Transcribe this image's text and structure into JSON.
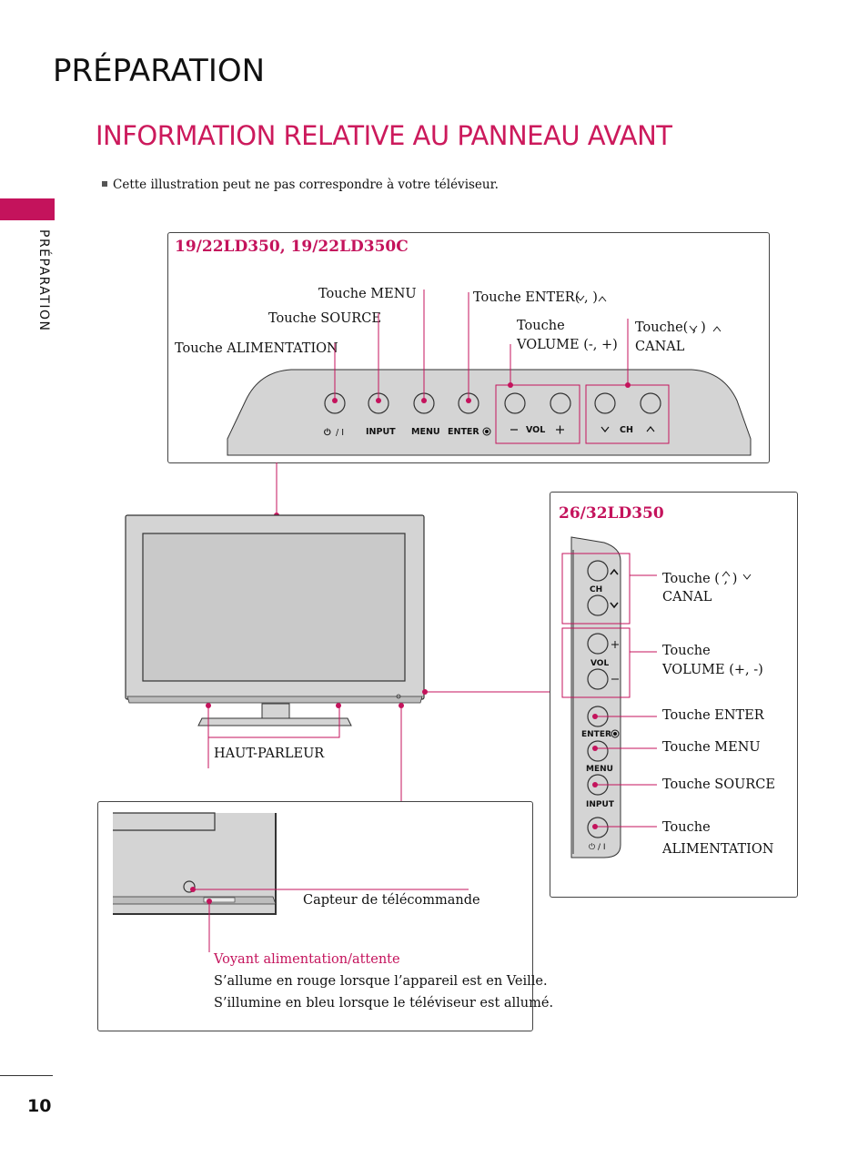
{
  "section_title": "PRÉPARATION",
  "main_title": "INFORMATION RELATIVE AU PANNEAU AVANT",
  "side_label": "PRÉPARATION",
  "note": "Cette illustration peut ne pas correspondre à votre téléviseur.",
  "page_number": "10",
  "colors": {
    "accent": "#c4135c",
    "panel_gray": "#d4d4d4"
  },
  "top_panel": {
    "model": "19/22LD350, 19/22LD350C",
    "labels": {
      "power": "Touche  ALIMENTATION",
      "source": "Touche SOURCE",
      "menu": "Touche MENU",
      "enter": "Touche ENTER(  ,  )",
      "volume_line1": "Touche",
      "volume_line2": "VOLUME (-, +)",
      "channel_line1": "Touche(  ,  )",
      "channel_line2": "CANAL"
    },
    "button_marks": {
      "power": "⏻ / I",
      "input": "INPUT",
      "menu": "MENU",
      "enter": "ENTER",
      "vol": "VOL",
      "ch": "CH"
    }
  },
  "side_panel": {
    "model": "26/32LD350",
    "labels": {
      "channel_line1": "Touche (  ,  )",
      "channel_line2": "CANAL",
      "volume_line1": "Touche",
      "volume_line2": "VOLUME (+, -)",
      "enter": "Touche ENTER",
      "menu": "Touche MENU",
      "source": "Touche SOURCE",
      "power_line1": "Touche",
      "power_line2": "ALIMENTATION"
    },
    "button_marks": {
      "ch": "CH",
      "vol": "VOL",
      "enter": "ENTER",
      "menu": "MENU",
      "input": "INPUT",
      "power": "⏻ / I"
    }
  },
  "tv": {
    "speaker_label": "HAUT-PARLEUR"
  },
  "detail_box": {
    "sensor_label": "Capteur de télécommande",
    "indicator_title": "Voyant alimentation/attente",
    "indicator_line1": "S’allume en rouge lorsque l’appareil est en Veille.",
    "indicator_line2": "S’illumine en bleu lorsque le téléviseur est allumé."
  }
}
